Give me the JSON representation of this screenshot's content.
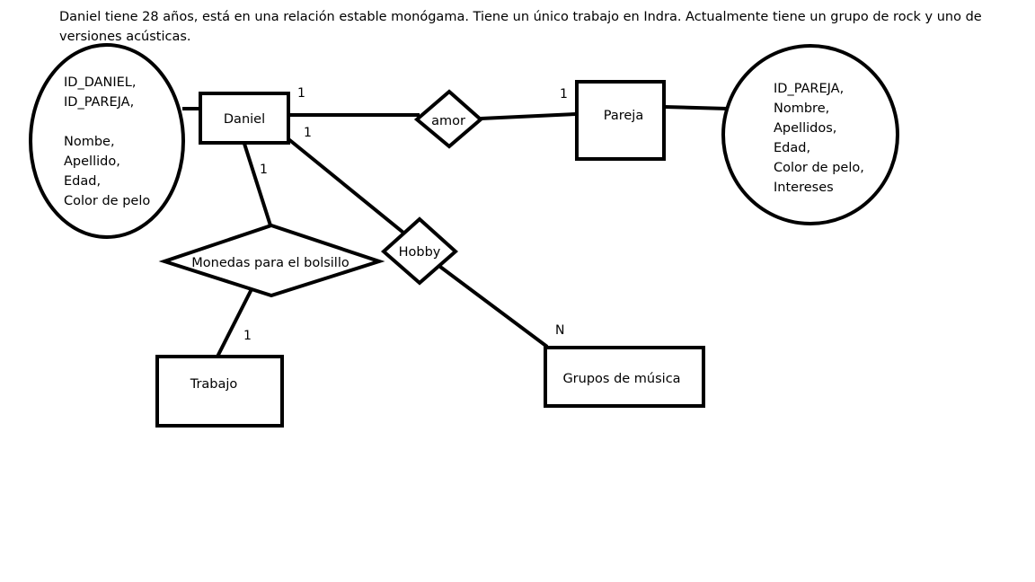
{
  "description": "Daniel tiene 28 años, está en una relación estable monógama. Tiene un único trabajo en Indra. Actualmente tiene un grupo de rock y uno de versiones acústicas.",
  "entities": {
    "daniel": "Daniel",
    "pareja": "Pareja",
    "trabajo": "Trabajo",
    "grupos": "Grupos de música"
  },
  "relationships": {
    "amor": "amor",
    "monedas": "Monedas para el bolsillo",
    "hobby": "Hobby"
  },
  "attributes": {
    "daniel": [
      "ID_DANIEL,",
      "ID_PAREJA,",
      "",
      "Nombe,",
      "Apellido,",
      "Edad,",
      "Color de pelo"
    ],
    "pareja": [
      "ID_PAREJA,",
      "Nombre,",
      "Apellidos,",
      "Edad,",
      "Color de pelo,",
      "Intereses"
    ]
  },
  "cardinalities": {
    "daniel_amor": "1",
    "pareja_amor": "1",
    "daniel_hobby": "1",
    "daniel_monedas": "1",
    "trabajo_monedas": "1",
    "grupos_hobby": "N"
  }
}
